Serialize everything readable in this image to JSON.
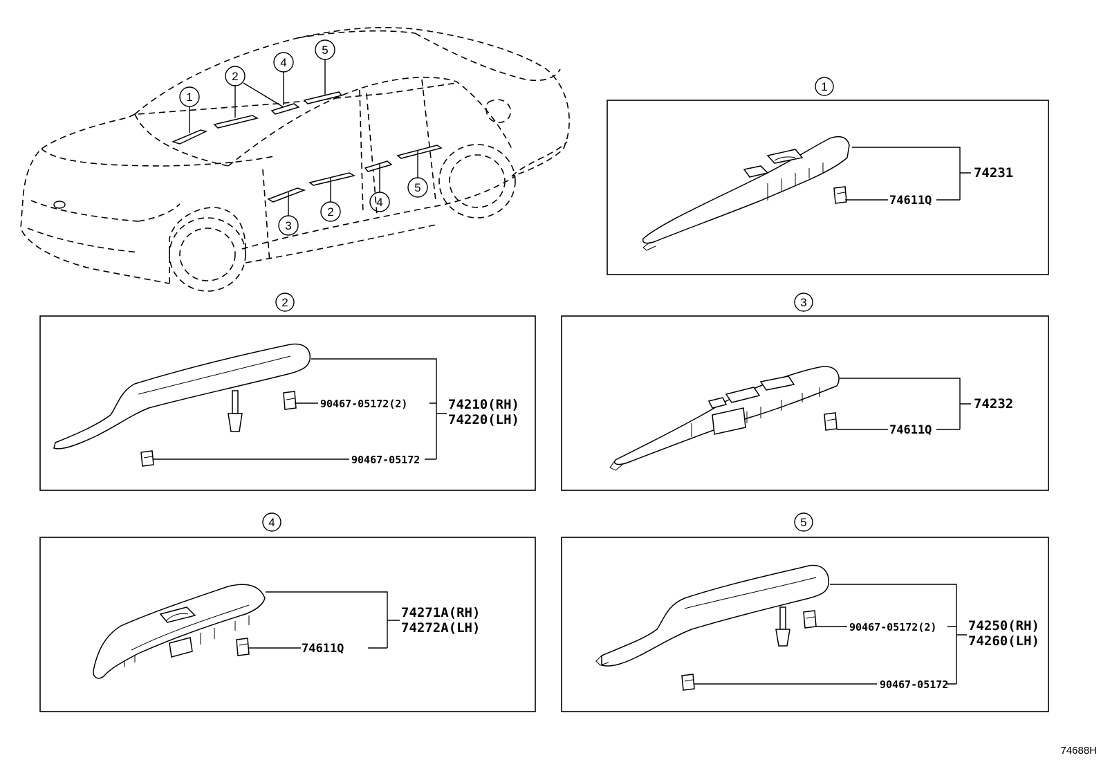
{
  "diagram_id": "74688H",
  "callouts": {
    "c1": "1",
    "c2": "2",
    "c3": "3",
    "c4": "4",
    "c5": "5"
  },
  "panels": {
    "p1": {
      "heading": "1",
      "parts": {
        "assembly": "74231",
        "clip": "74611Q"
      }
    },
    "p2": {
      "heading": "2",
      "parts": {
        "clip_a": "90467-05172(2)",
        "assembly_rh": "74210(RH)",
        "assembly_lh": "74220(LH)",
        "clip_b": "90467-05172"
      }
    },
    "p3": {
      "heading": "3",
      "parts": {
        "assembly": "74232",
        "clip": "74611Q"
      }
    },
    "p4": {
      "heading": "4",
      "parts": {
        "assembly_rh": "74271A(RH)",
        "assembly_lh": "74272A(LH)",
        "clip": "74611Q"
      }
    },
    "p5": {
      "heading": "5",
      "parts": {
        "clip_a": "90467-05172(2)",
        "assembly_rh": "74250(RH)",
        "assembly_lh": "74260(LH)",
        "clip_b": "90467-05172"
      }
    }
  }
}
